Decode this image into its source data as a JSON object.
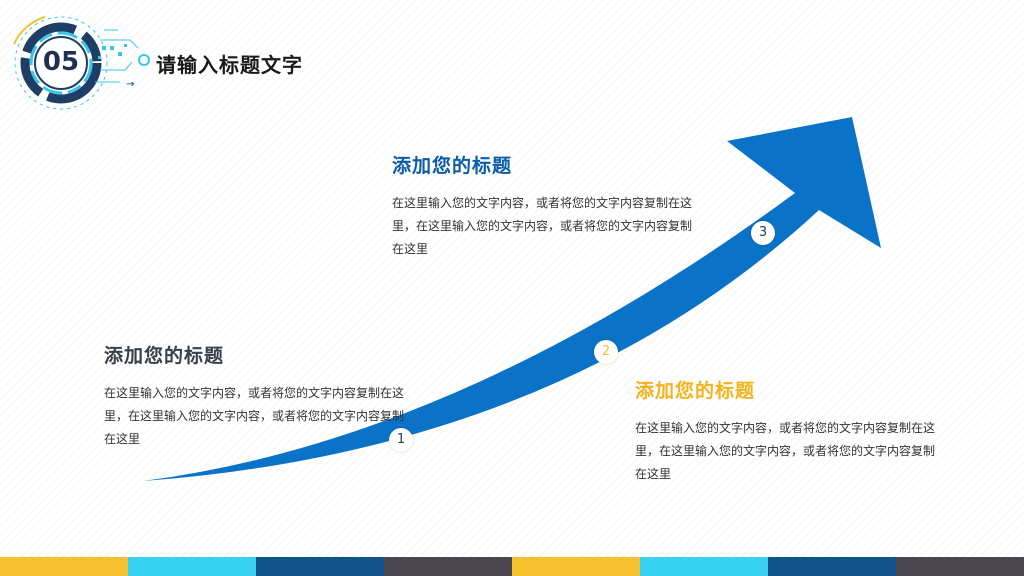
{
  "header": {
    "badge_number": "05",
    "title": "请输入标题文字",
    "badge_icons": [
      "gear-icon",
      "arrow-right-icon"
    ]
  },
  "steps": [
    {
      "number": "1",
      "number_color": "#2f3b4a"
    },
    {
      "number": "2",
      "number_color": "#f5c23a"
    },
    {
      "number": "3",
      "number_color": "#2f3b4a"
    }
  ],
  "blocks": [
    {
      "title": "添加您的标题",
      "title_color": "#3a3f48",
      "body": "在这里输入您的文字内容，或者将您的文字内容复制在这里，在这里输入您的文字内容，或者将您的文字内容复制在这里"
    },
    {
      "title": "添加您的标题",
      "title_color": "#f5b21b",
      "body": "在这里输入您的文字内容，或者将您的文字内容复制在这里，在这里输入您的文字内容，或者将您的文字内容复制在这里"
    },
    {
      "title": "添加您的标题",
      "title_color": "#0b5ca8",
      "body": "在这里输入您的文字内容，或者将您的文字内容复制在这里，在这里输入您的文字内容，或者将您的文字内容复制在这里"
    }
  ],
  "colors": {
    "arrow": "#0a72c7",
    "badge_ring": "#1e3e66",
    "accent_cyan": "#35c8ec",
    "accent_yellow": "#f7c12e"
  },
  "bottom_bar": [
    "#f7c12e",
    "#35d0f2",
    "#10528a",
    "#4a4650",
    "#f7c12e",
    "#35d0f2",
    "#10528a",
    "#4a4650"
  ]
}
